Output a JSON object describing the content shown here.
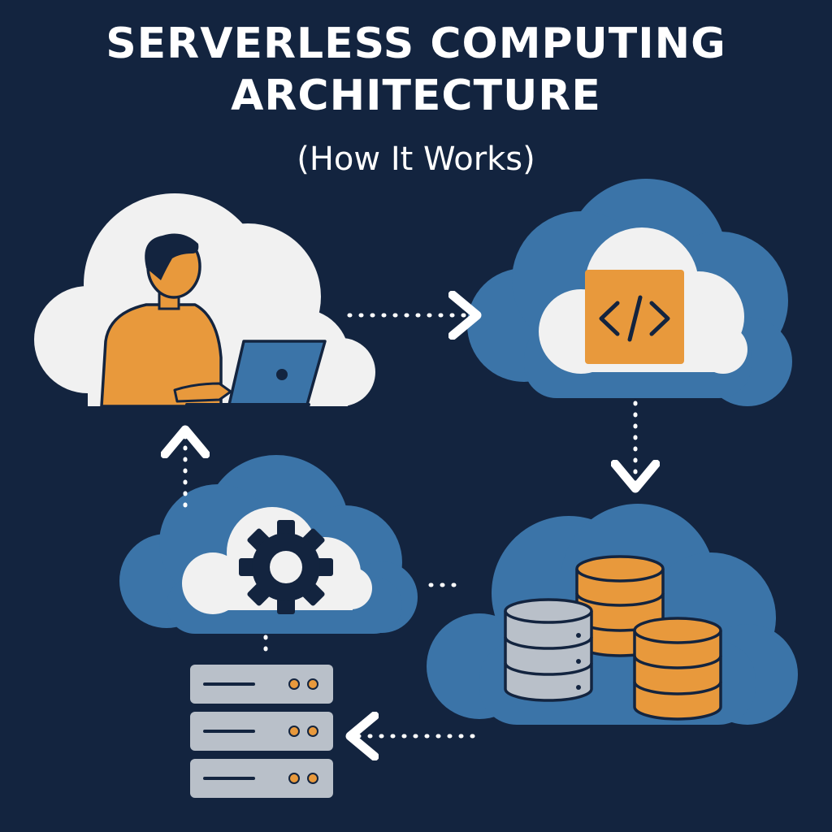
{
  "title": {
    "line1": "SERVERLESS COMPUTING",
    "line2": "ARCHITECTURE"
  },
  "subtitle": "(How It Works)",
  "colors": {
    "background": "#13243f",
    "cloud_blue": "#3b74a8",
    "cloud_white": "#f1f1f1",
    "accent_orange": "#e8993c",
    "outline": "#13243f",
    "server_gray": "#b9c0c9"
  },
  "nodes": [
    {
      "name": "user-cloud",
      "icon": "person-laptop-icon"
    },
    {
      "name": "function-cloud",
      "icon": "code-icon"
    },
    {
      "name": "database-cloud",
      "icon": "database-icon"
    },
    {
      "name": "processing-cloud",
      "icon": "gear-icon"
    },
    {
      "name": "server-stack",
      "icon": "server-rack-icon"
    }
  ]
}
